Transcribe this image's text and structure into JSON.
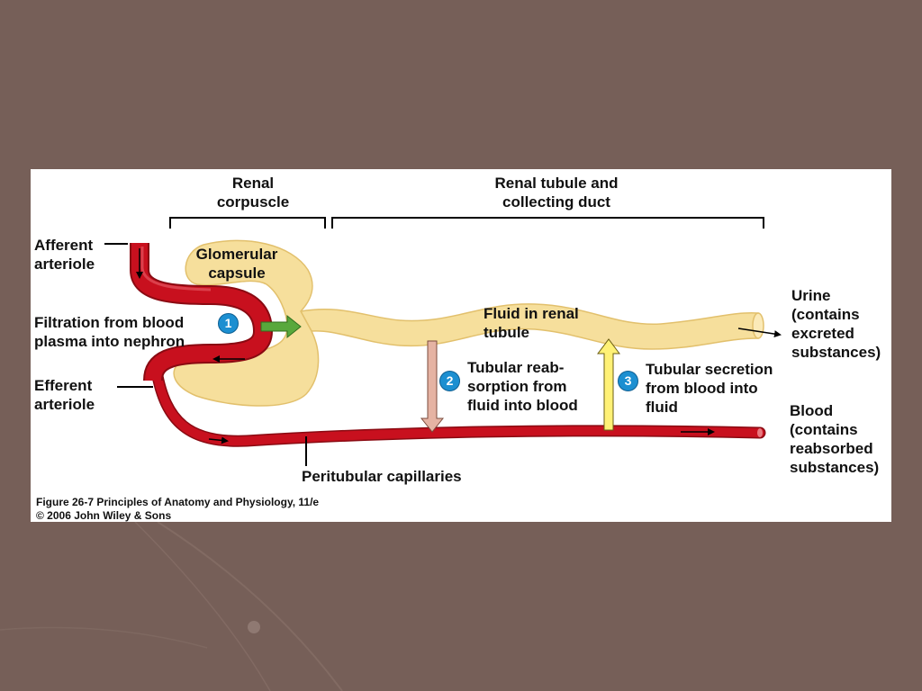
{
  "colors": {
    "slide_background": "#765f58",
    "tubule_fill": "#f6df9c",
    "tubule_outline": "#e2c06c",
    "blood_vessel": "#c8101e",
    "filtration_arrow": "#58a83c",
    "reabsorption_arrow": "#e5b3a3",
    "secretion_arrow": "#fff176",
    "step_badge": "#1c8fd1"
  },
  "brackets": {
    "renal_corpuscle": "Renal corpuscle",
    "renal_tubule": "Renal tubule and collecting duct"
  },
  "labels": {
    "afferent_arteriole": "Afferent arteriole",
    "glomerular_capsule": "Glomerular capsule",
    "filtration": "Filtration from blood plasma into nephron",
    "efferent_arteriole": "Efferent arteriole",
    "fluid_in_tubule": "Fluid in renal tubule",
    "reabsorption": "Tubular reab- sorption from fluid into blood",
    "secretion": "Tubular secretion from blood into fluid",
    "urine": "Urine (contains excreted substances)",
    "blood": "Blood (contains reabsorbed substances)",
    "peritubular_capillaries": "Peritubular capillaries"
  },
  "steps": [
    "1",
    "2",
    "3"
  ],
  "caption": {
    "line1": "Figure 26-7 Principles of Anatomy and Physiology, 11/e",
    "line2": "© 2006 John Wiley & Sons"
  }
}
